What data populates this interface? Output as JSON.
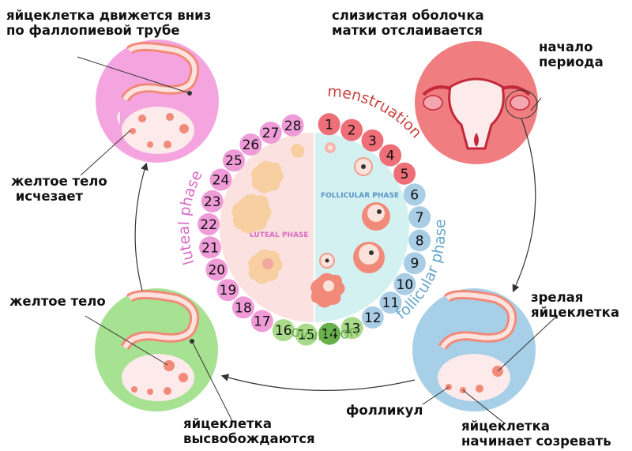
{
  "labels": {
    "egg_moves": "яйцеклетка движется вниз\nпо фаллопиевой трубе",
    "lining_sheds": "слизистая оболочка\nматки отслаивается",
    "period_start": "начало\nпериода",
    "corpus_disappears": "желтое тело\n исчезает",
    "corpus_luteum": "желтое тело",
    "mature_egg": "зрелая\nяйцеклетка",
    "follicle": "фолликул",
    "egg_released": "яйцеклетка\nвысвобождаются",
    "egg_matures": "яйцеклетка\nначинает созревать"
  },
  "phases": {
    "menstruation": "menstruation",
    "follicular": "follicular phase",
    "ovulation": "ovulation",
    "luteal": "luteal phase",
    "follicular_inner": "FOLLICULAR PHASE",
    "luteal_inner": "LUTEAL PHASE"
  },
  "days": [
    "1",
    "2",
    "3",
    "4",
    "5",
    "6",
    "7",
    "8",
    "9",
    "10",
    "11",
    "12",
    "13",
    "14",
    "15",
    "16",
    "17",
    "18",
    "19",
    "20",
    "21",
    "22",
    "23",
    "24",
    "25",
    "26",
    "27",
    "28"
  ],
  "colors": {
    "menstruation": "#ee6f78",
    "follicular": "#a8cde4",
    "ovulation_light": "#a9d98a",
    "ovulation_dark": "#67b04c",
    "luteal": "#ee9bd8",
    "luteal_bg": "#fbe1df",
    "follicular_bg": "#d4f1f1",
    "phase_menstruation_text": "#c9453f",
    "phase_follicular_text": "#67a6cc",
    "phase_ovulation_text": "#6ab04c",
    "phase_luteal_text": "#d96cc4"
  }
}
